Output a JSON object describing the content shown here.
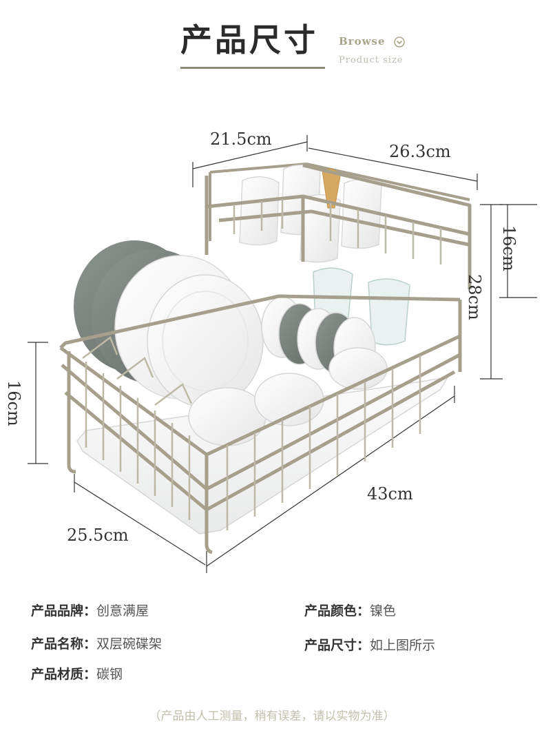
{
  "header": {
    "title": "产品尺寸",
    "browse_label": "Browse",
    "browse_icon": "chevron-down-circle-icon",
    "subtitle": "Product size"
  },
  "dimensions": {
    "top_width": "21.5cm",
    "top_depth": "26.3cm",
    "top_height": "16cm",
    "total_height": "28cm",
    "bottom_height": "16cm",
    "bottom_length": "43cm",
    "bottom_width": "25.5cm"
  },
  "specs": {
    "brand_label": "产品品牌：",
    "brand_value": "创意满屋",
    "color_label": "产品颜色：",
    "color_value": "镍色",
    "name_label": "产品名称：",
    "name_value": "双层碗碟架",
    "size_label": "产品尺寸：",
    "size_value": "如上图所示",
    "material_label": "产品材质：",
    "material_value": "碳钢"
  },
  "note": "（产品由人工测量，稍有误差，请以实物为准）",
  "colors": {
    "frame": "#a59f8c",
    "accent": "#8c8a78",
    "plate_gray": "#7d8580"
  }
}
